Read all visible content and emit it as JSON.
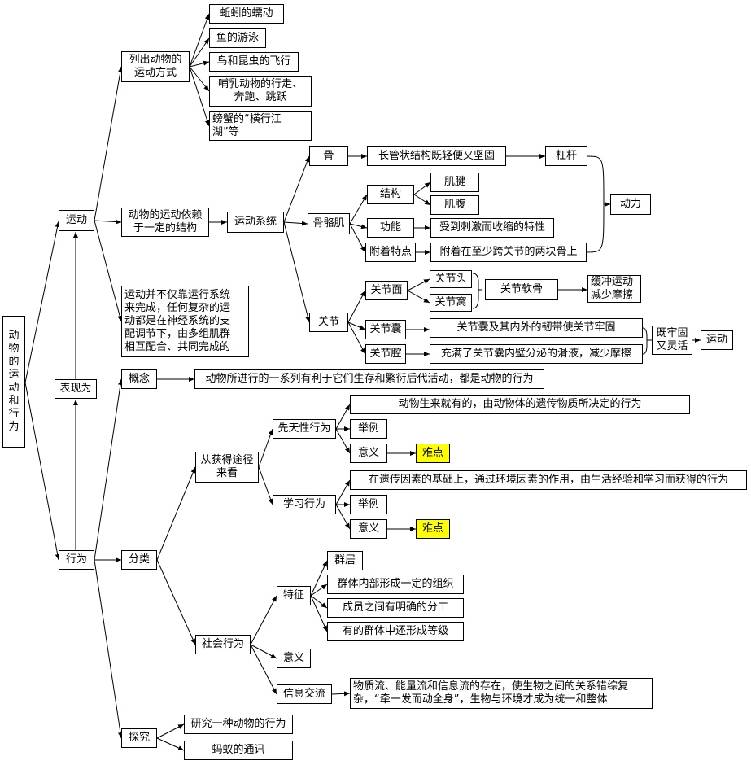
{
  "root": "动物\n的\n运动\n和\n行\n为",
  "motion": {
    "label": "运动",
    "methods": {
      "label": "列出动物的\n运动方式",
      "items": [
        "蚯蚓的蠕动",
        "鱼的游泳",
        "鸟和昆虫的飞行",
        "哺乳动物的行走、\n奔跑、跳跃",
        "螃蟹的“横行江\n湖”等"
      ]
    },
    "structure": {
      "label": "动物的运动依赖\n于一定的结构",
      "system": "运动系统",
      "bone": {
        "label": "骨",
        "desc": "长管状结构既轻便又坚固",
        "lever": "杠杆"
      },
      "muscle": {
        "label": "骨骼肌",
        "structure": "结构",
        "tendon": "肌腱",
        "belly": "肌腹",
        "function": "功能",
        "function_desc": "受到刺激而收缩的特性",
        "attach": "附着特点",
        "attach_desc": "附着在至少跨关节的两块骨上",
        "power": "动力"
      },
      "joint": {
        "label": "关节",
        "surface": "关节面",
        "head": "关节头",
        "socket": "关节窝",
        "cartilage": "关节软骨",
        "cartilage_desc": "缓冲运动\n减少摩擦",
        "capsule": "关节囊",
        "capsule_desc": "关节囊及其内外的韧带使关节牢固",
        "cavity": "关节腔",
        "cavity_desc": "充满了关节囊内壁分泌的滑液，减少摩擦",
        "firm": "既牢固\n又灵活",
        "motion": "运动"
      }
    },
    "note": "运动并不仅靠运行系统\n来完成，任何复杂的运\n动都是在神经系统的支\n配调节下，由多组肌群\n相互配合、共同完成的"
  },
  "manifest": "表现为",
  "behavior": {
    "label": "行为",
    "concept": {
      "label": "概念",
      "desc": "动物所进行的一系列有利于它们生存和繁衍后代活动，都是动物的行为"
    },
    "classify": {
      "label": "分类",
      "origin": {
        "label": "从获得途径\n来看",
        "innate": {
          "label": "先天性行为",
          "desc": "动物生来就有的，由动物体的遗传物质所决定的行为",
          "example": "举例",
          "meaning": "意义",
          "hard": "难点"
        },
        "learned": {
          "label": "学习行为",
          "desc": "在遗传因素的基础上，通过环境因素的作用，由生活经验和学习而获得的行为",
          "example": "举例",
          "meaning": "意义",
          "hard": "难点"
        }
      },
      "social": {
        "label": "社会行为",
        "feature": "特征",
        "features": [
          "群居",
          "群体内部形成一定的组织",
          "成员之间有明确的分工",
          "有的群体中还形成等级"
        ],
        "meaning": "意义",
        "info": "信息交流",
        "info_desc": "物质流、能量流和信息流的存在，使生物之间的关系错综复\n杂，“牵一发而动全身”，生物与环境才成为统一和整体"
      }
    },
    "explore": {
      "label": "探究",
      "items": [
        "研究一种动物的行为",
        "蚂蚁的通讯"
      ]
    }
  },
  "colors": {
    "highlight": "#ffff00",
    "line": "#000000",
    "box_bg": "#ffffff"
  }
}
